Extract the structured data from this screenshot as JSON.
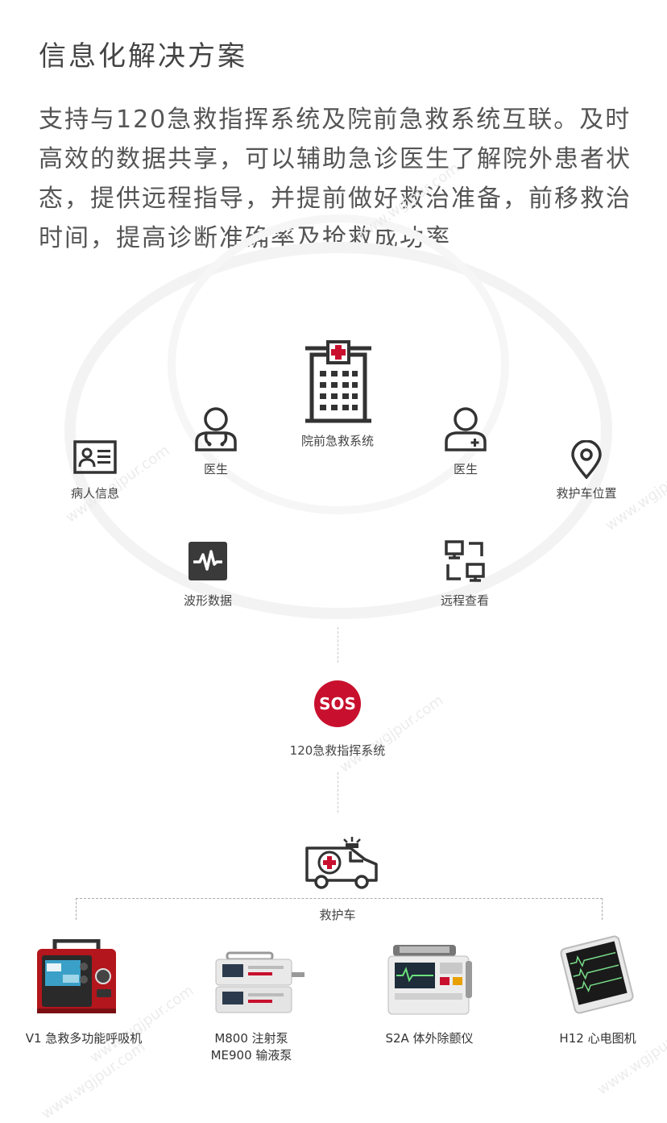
{
  "header": {
    "title": "信息化解决方案",
    "description": "支持与120急救指挥系统及院前急救系统互联。及时高效的数据共享，可以辅助急诊医生了解院外患者状态，提供远程指导，并提前做好救治准备，前移救治时间，提高诊断准确率及抢救成功率"
  },
  "diagram": {
    "hub": {
      "label": "院前急救系统",
      "icon": "hospital-building-icon"
    },
    "nodes": [
      {
        "key": "doctor_left",
        "label": "医生",
        "icon": "doctor-icon"
      },
      {
        "key": "doctor_right",
        "label": "医生",
        "icon": "doctor-plus-icon"
      },
      {
        "key": "patient",
        "label": "病人信息",
        "icon": "id-card-icon"
      },
      {
        "key": "ambulance_location",
        "label": "救护车位置",
        "icon": "location-pin-icon"
      },
      {
        "key": "waveform",
        "label": "波形数据",
        "icon": "waveform-icon"
      },
      {
        "key": "remote",
        "label": "远程查看",
        "icon": "remote-view-icon"
      }
    ],
    "dispatch": {
      "badge": "SOS",
      "label": "120急救指挥系统"
    },
    "ambulance": {
      "label": "救护车",
      "icon": "ambulance-icon"
    }
  },
  "products": [
    {
      "line1": "V1 急救多功能呼吸机",
      "line2": ""
    },
    {
      "line1": "M800 注射泵",
      "line2": "ME900 输液泵"
    },
    {
      "line1": "S2A 体外除颤仪",
      "line2": ""
    },
    {
      "line1": "H12 心电图机",
      "line2": ""
    }
  ],
  "watermark": "www.wgjpur.com",
  "colors": {
    "accent": "#c8102e",
    "icon": "#333333",
    "ring": "#f3f3f3"
  }
}
